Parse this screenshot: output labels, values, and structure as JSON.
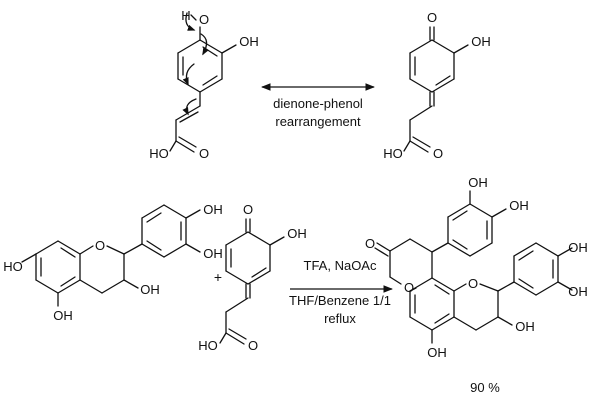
{
  "labels": {
    "ho": "HO",
    "oh": "OH",
    "o": "O",
    "h": "H",
    "plus": "+"
  },
  "equilibrium_caption": {
    "line1": "dienone-phenol",
    "line2": "rearrangement"
  },
  "conditions": {
    "reagents": "TFA, NaOAc",
    "solvent": "THF/Benzene 1/1",
    "temperature": "reflux"
  },
  "yield": "90 %"
}
